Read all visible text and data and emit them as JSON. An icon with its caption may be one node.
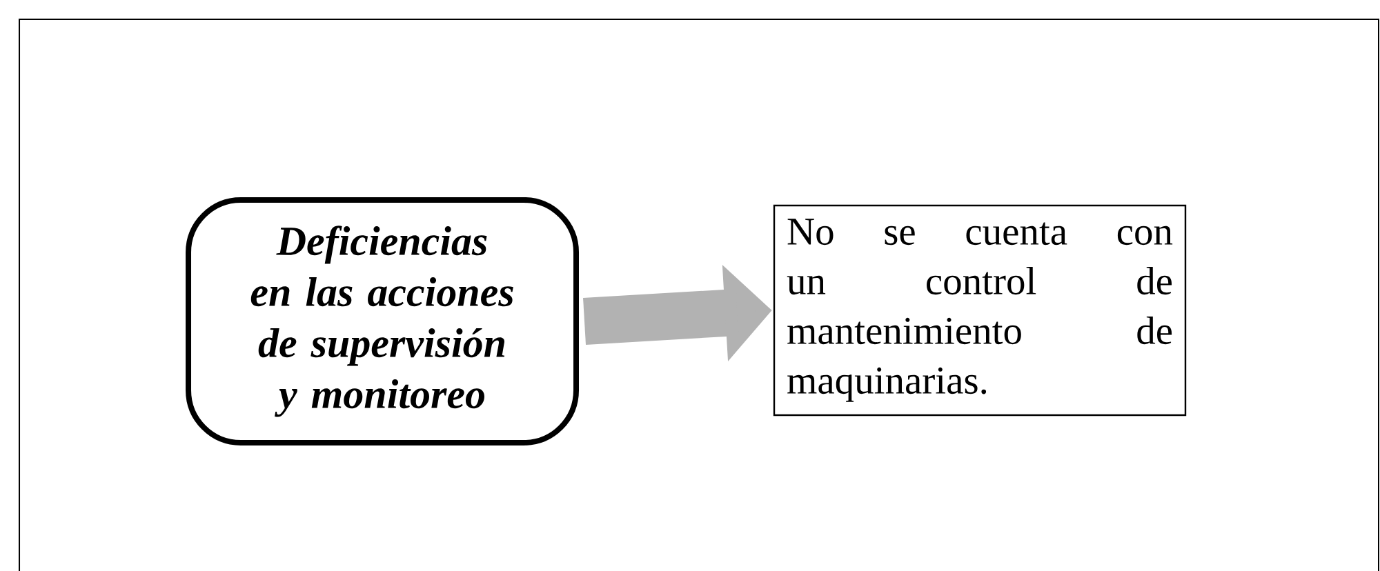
{
  "diagram": {
    "nodes": [
      {
        "text": [
          "Deficiencias en las acciones de supervisión y monitoreo"
        ]
      },
      {
        "text": [
          "No se cuenta con un control de mantenimiento de maquinarias."
        ]
      }
    ],
    "edges": [
      {
        "from": 0,
        "to": 1,
        "arrow": "to"
      }
    ]
  }
}
